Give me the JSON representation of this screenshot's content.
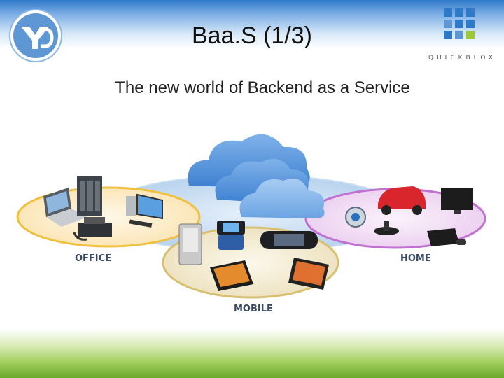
{
  "slide": {
    "title": "Baa.S (1/3)",
    "subtitle": "The new world of Backend as a Service"
  },
  "logos": {
    "left_logo_icon": "yd-logo-icon",
    "right_logo_icon": "quickblox-logo-icon",
    "right_logo_text": "QUICKBLOX"
  },
  "diagram": {
    "groups": [
      {
        "label": "OFFICE",
        "color": "#f0c040"
      },
      {
        "label": "HOME",
        "color": "#c070d0"
      },
      {
        "label": "MOBILE",
        "color": "#d8c070"
      }
    ],
    "center_icon": "cloud-icon",
    "colors": {
      "cloud": "#4f8fd8",
      "ellipse_center": "#bcd6ef",
      "top_band": "#2f79c9",
      "bottom_band": "#6aa82b"
    }
  }
}
